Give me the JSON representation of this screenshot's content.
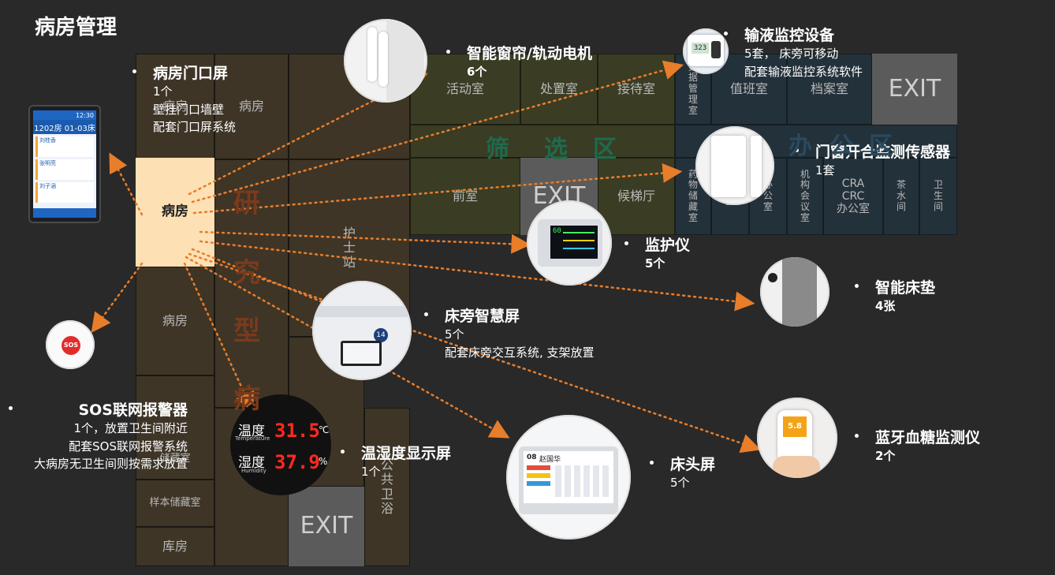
{
  "page": {
    "title": "病房管理"
  },
  "zones": [
    {
      "id": "research",
      "chars": [
        "研",
        "究",
        "型",
        "病"
      ],
      "color": "#7a3a1c"
    },
    {
      "id": "screening",
      "chars": [
        "筛",
        "选",
        "区"
      ],
      "color": "#1d6b4c"
    },
    {
      "id": "office",
      "chars": [
        "办",
        "公",
        "区"
      ],
      "color": "#2a4a60"
    }
  ],
  "rooms": {
    "r_ward_top_a": "病房",
    "r_ward_top_b": "病房",
    "r_activity": "活动室",
    "r_disposal": "处置室",
    "r_reception": "接待室",
    "r_dataroom": "数\n据\n管\n理\n室",
    "r_duty": "值班室",
    "r_archive": "档案室",
    "r_exit_top": "EXIT",
    "r_ward_hl": "病房",
    "r_nurse": "护\n士\n站",
    "r_front": "前室",
    "r_exit_mid": "EXIT",
    "r_elevator": "候梯厅",
    "r_drug": "药\n物\n储\n藏\n室",
    "r_office_a": "公\n室",
    "r_office_b": "办\n公\n室",
    "r_agency": "机\n构\n会\n议\n室",
    "r_cra": "CRA\nCRC\n办公室",
    "r_tea": "茶\n水\n间",
    "r_wc": "卫\n生\n间",
    "r_ward_mid": "病房",
    "r_storage_b": "储藏室",
    "r_sample": "样本储藏室",
    "r_warehouse": "库房",
    "r_public_bath": "公\n共\n卫\n浴",
    "r_exit_bottom": "EXIT"
  },
  "devices": {
    "door_screen": {
      "title": "病房门口屏",
      "lines": [
        "1个",
        "壁挂门口墙壁",
        "配套门口屏系统"
      ],
      "screen_room": "1202房 01-03床",
      "screen_time": "12:30",
      "screen_names": [
        "刘桂香",
        "张明亮",
        "刘子涵"
      ]
    },
    "curtain": {
      "title": "智能窗帘/轨动电机",
      "lines": [
        "6个"
      ]
    },
    "infusion": {
      "title": "输液监控设备",
      "lines": [
        "5套，  床旁可移动",
        "配套输液监控系统软件"
      ],
      "reading": "323"
    },
    "door_sensor": {
      "title": "门窗开合监测传感器",
      "lines": [
        "1套"
      ]
    },
    "monitor": {
      "title": "监护仪",
      "lines": [
        "5个"
      ],
      "reading": "60"
    },
    "mattress": {
      "title": "智能床垫",
      "lines": [
        "4张"
      ]
    },
    "bedside_screen": {
      "title": "床旁智慧屏",
      "lines": [
        "5个",
        "配套床旁交互系统, 支架放置"
      ],
      "badge": "14"
    },
    "sos": {
      "title": "SOS联网报警器",
      "lines": [
        "1个，放置卫生间附近",
        "配套SOS联网报警系统",
        "大病房无卫生间则按需求放置"
      ],
      "button_text": "SOS"
    },
    "thermo": {
      "title": "温湿度显示屏",
      "lines": [
        "1个"
      ],
      "temp_label": "温度",
      "temp_sub": "Temperature",
      "temp_value": "31.5",
      "temp_unit": "℃",
      "hum_label": "湿度",
      "hum_sub": "Humidity",
      "hum_value": "37.9",
      "hum_unit": "%"
    },
    "head_screen": {
      "title": "床头屏",
      "lines": [
        "5个"
      ],
      "bed_no": "08",
      "patient": "赵国华"
    },
    "glucose": {
      "title": "蓝牙血糖监测仪",
      "lines": [
        "2个"
      ],
      "reading": "5.8"
    }
  },
  "colors": {
    "arrow": "#e87d2a",
    "highlight_ward": "#fde0b4"
  }
}
